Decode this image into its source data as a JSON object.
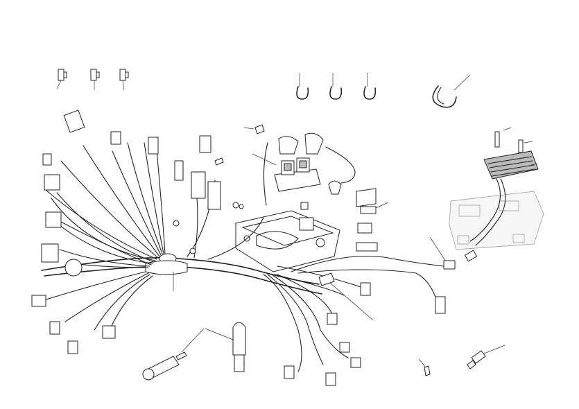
{
  "diagram": {
    "colors": {
      "line": "#222222",
      "ghost_line": "#aaaaaa",
      "background": "#ffffff"
    },
    "parts": [
      "clip-a",
      "clip-b",
      "clip-c",
      "hook-a",
      "hook-b",
      "hook-c",
      "cable-tie",
      "main-harness",
      "fuse-box-tray",
      "relay-block",
      "fuse-holder",
      "voltage-regulator",
      "battery-outline",
      "ignition-coil-a",
      "ignition-coil-b",
      "injector-plug",
      "spark-plug",
      "connector-plugs",
      "ground-terminals"
    ]
  }
}
